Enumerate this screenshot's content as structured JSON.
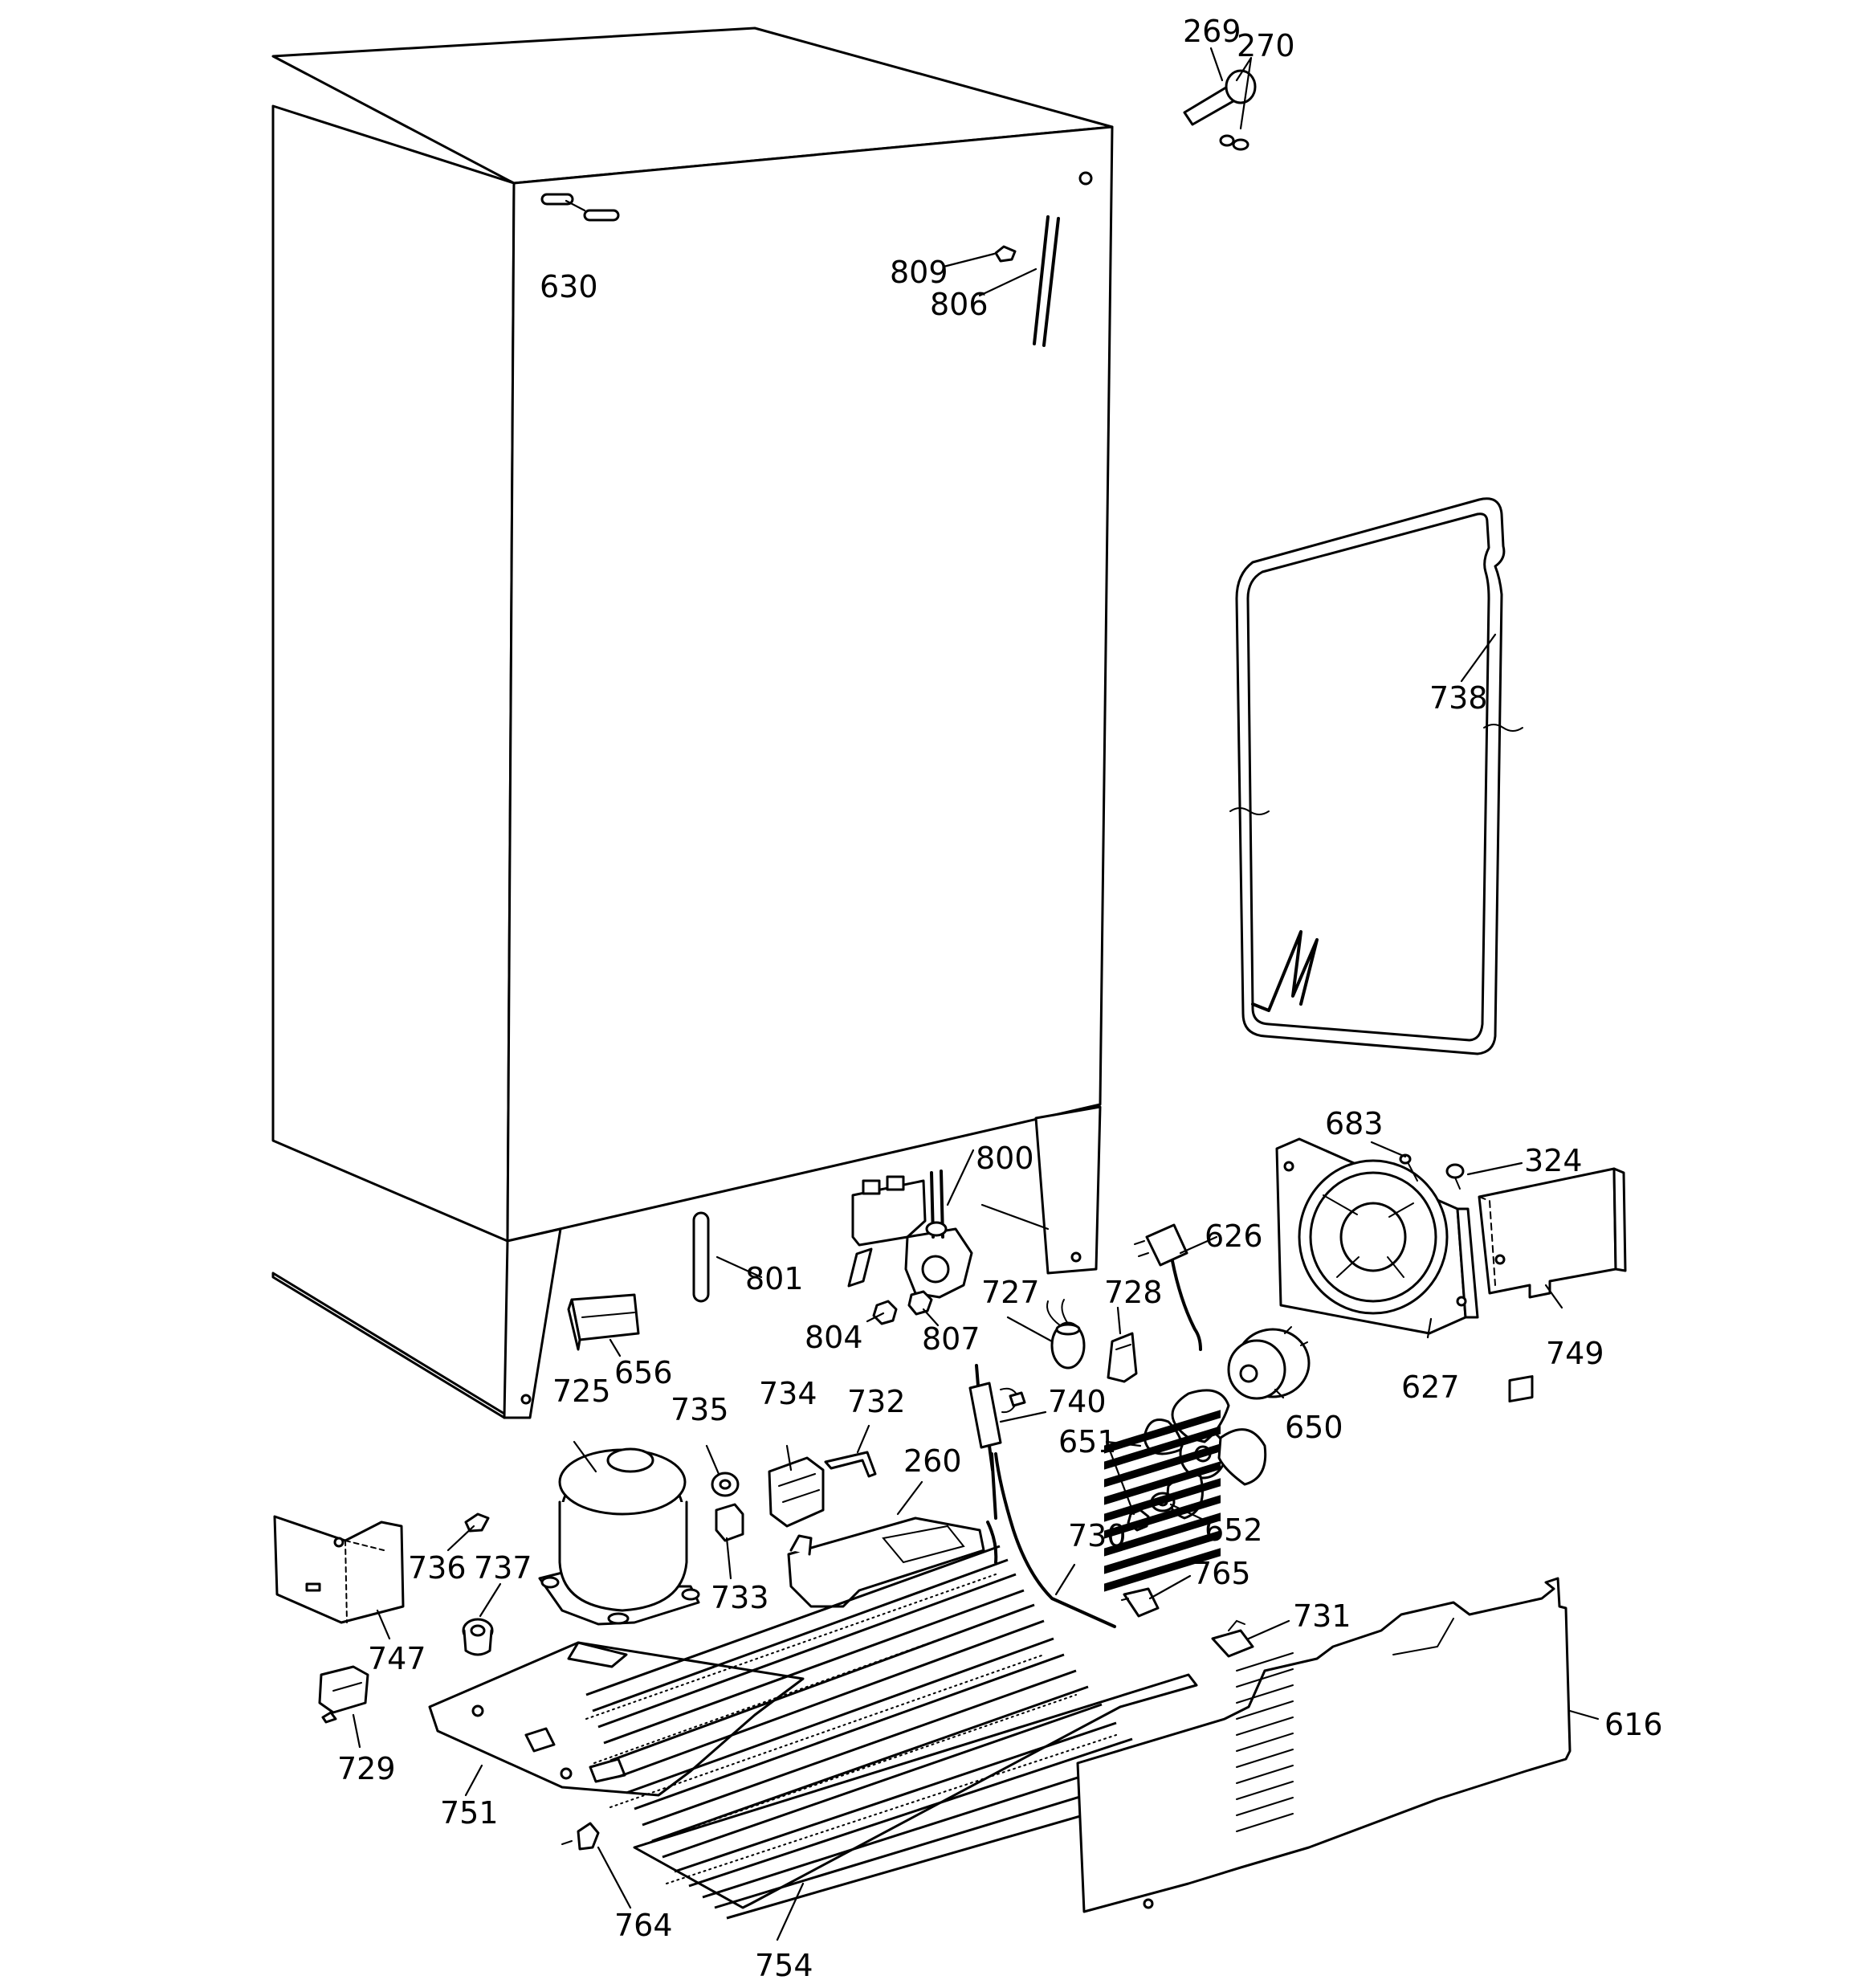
{
  "colors": {
    "line": "#000000",
    "background": "#ffffff"
  },
  "callouts": {
    "c269": "269",
    "c270": "270",
    "c630": "630",
    "c809": "809",
    "c806": "806",
    "c738": "738",
    "c683": "683",
    "c324": "324",
    "c800": "800",
    "c626": "626",
    "c801": "801",
    "c727": "727",
    "c728": "728",
    "c749": "749",
    "c627": "627",
    "c804": "804",
    "c807": "807",
    "c656": "656",
    "c725": "725",
    "c735": "735",
    "c734": "734",
    "c732": "732",
    "c740": "740",
    "c650": "650",
    "c651": "651",
    "c260": "260",
    "c652": "652",
    "c736": "736",
    "c737": "737",
    "c733": "733",
    "c730": "730",
    "c765": "765",
    "c731": "731",
    "c747": "747",
    "c616": "616",
    "c729": "729",
    "c751": "751",
    "c764": "764",
    "c754": "754"
  }
}
